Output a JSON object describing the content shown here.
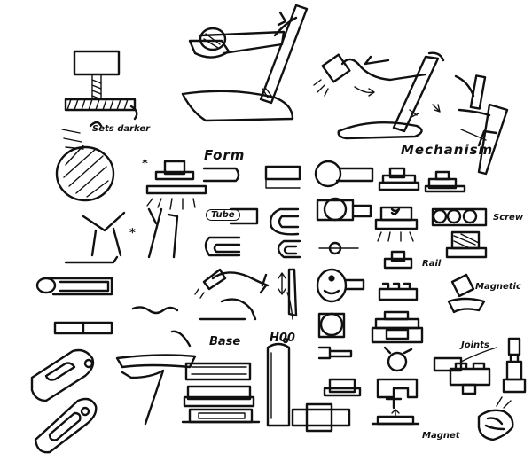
{
  "labels": {
    "sets_darker": "Sets darker",
    "form": "Form",
    "tube": "Tube",
    "mechanism": "Mechanism",
    "screw": "Screw",
    "rail": "Rail",
    "magnetic": "Magnetic",
    "base": "Base",
    "joints": "Joints",
    "magnet": "Magnet",
    "hoo": "H00",
    "asterisk": "*"
  }
}
